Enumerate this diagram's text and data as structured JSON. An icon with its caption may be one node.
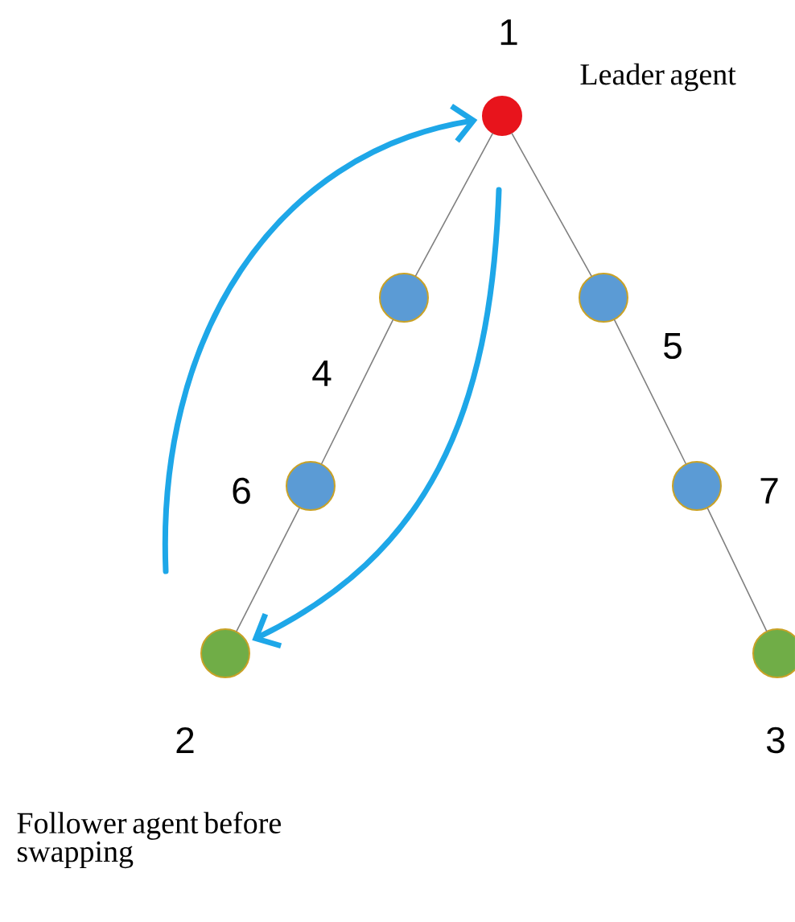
{
  "diagram": {
    "nodes": [
      {
        "text": [],
        "shape": "circle",
        "beside": [
          "1",
          "Leader agent"
        ]
      },
      {
        "text": [],
        "shape": "circle",
        "beside": [
          "4"
        ]
      },
      {
        "text": [],
        "shape": "circle",
        "beside": [
          "5"
        ]
      },
      {
        "text": [],
        "shape": "circle",
        "beside": [
          "6"
        ]
      },
      {
        "text": [],
        "shape": "circle",
        "beside": [
          "7"
        ]
      },
      {
        "text": [],
        "shape": "circle",
        "beside": [
          "2",
          "Follower agent before swapping"
        ]
      },
      {
        "text": [],
        "shape": "circle",
        "beside": [
          "3"
        ]
      }
    ],
    "edges": [
      {
        "from": 0,
        "to": 1,
        "arrow": "none"
      },
      {
        "from": 1,
        "to": 3,
        "arrow": "none"
      },
      {
        "from": 3,
        "to": 5,
        "arrow": "none"
      },
      {
        "from": 0,
        "to": 2,
        "arrow": "none"
      },
      {
        "from": 2,
        "to": 4,
        "arrow": "none"
      },
      {
        "from": 4,
        "to": 6,
        "arrow": "none"
      },
      {
        "from": null,
        "to": 0,
        "arrow": "to",
        "style": "thick",
        "color": "#1ea7e8"
      },
      {
        "from": null,
        "to": 5,
        "arrow": "to",
        "style": "thick",
        "color": "#1ea7e8"
      }
    ]
  }
}
